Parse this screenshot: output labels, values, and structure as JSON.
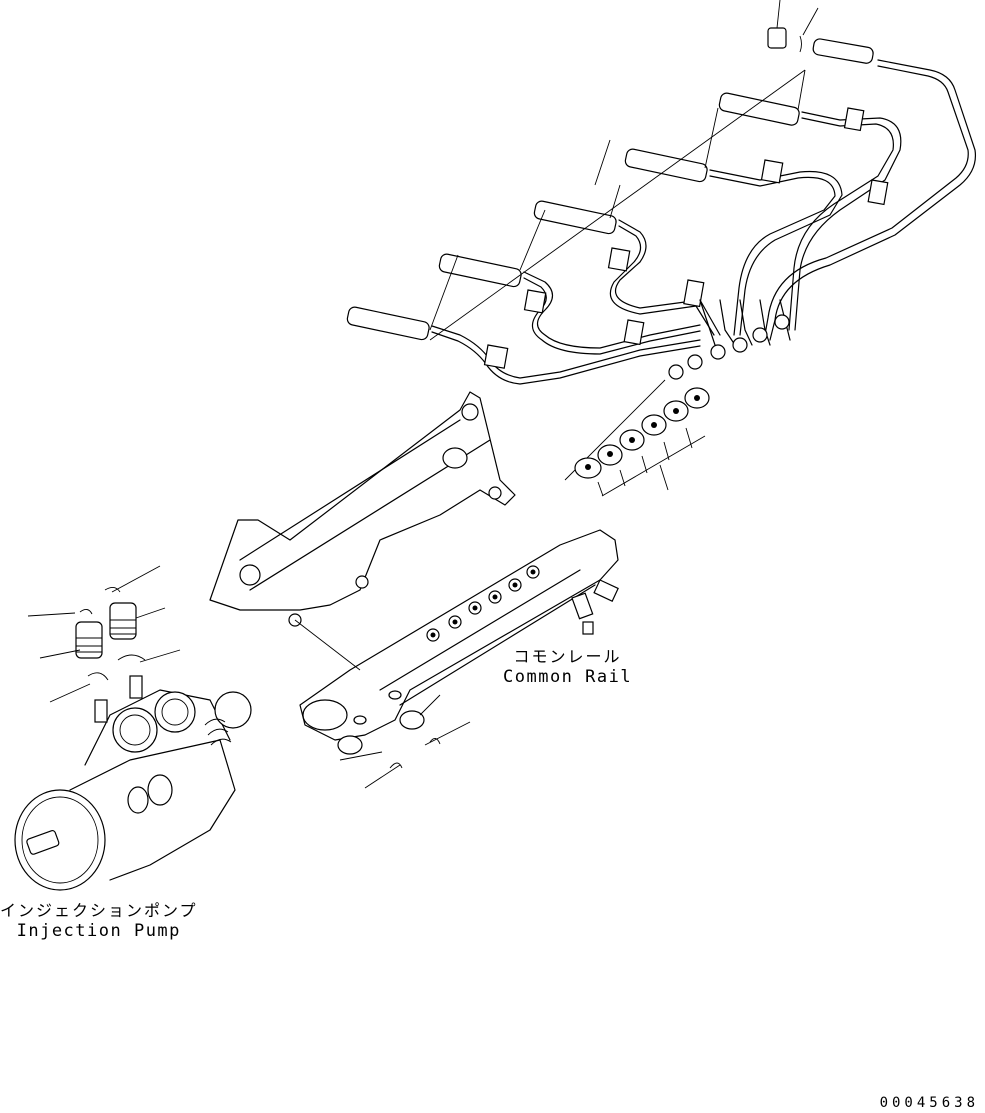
{
  "diagram": {
    "type": "exploded parts diagram",
    "labels": {
      "common_rail": {
        "jp": "コモンレール",
        "en": "Common Rail"
      },
      "injection_pump": {
        "jp": "インジェクションポンプ",
        "en": "Injection Pump"
      }
    },
    "drawing_number": "00045638"
  }
}
